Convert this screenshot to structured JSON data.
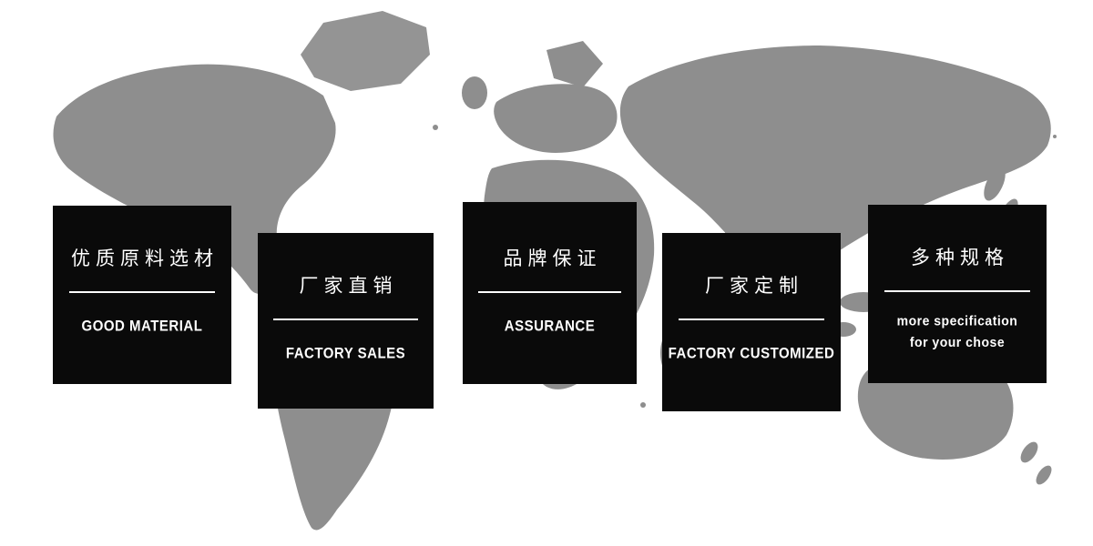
{
  "banner": {
    "description": "Promotional feature banner with gray world map background and five black feature squares",
    "colors": {
      "background": "#ffffff",
      "map_gray": "#8e8e8e",
      "card_background": "#0a0a0a",
      "card_text": "#ffffff"
    },
    "cards": [
      {
        "title_zh": "优质原料选材",
        "subtitle_en": "GOOD MATERIAL"
      },
      {
        "title_zh": "厂家直销",
        "subtitle_en": "FACTORY SALES"
      },
      {
        "title_zh": "品牌保证",
        "subtitle_en": "ASSURANCE"
      },
      {
        "title_zh": "厂家定制",
        "subtitle_en": "FACTORY CUSTOMIZED"
      },
      {
        "title_zh": "多种规格",
        "subtitle_en": "more specification",
        "subtitle_en_line2": "for your chose"
      }
    ]
  }
}
